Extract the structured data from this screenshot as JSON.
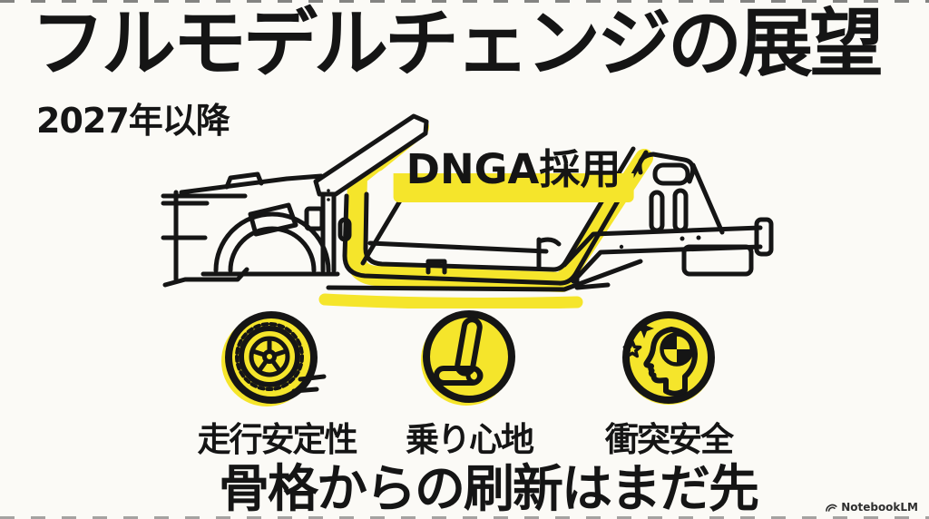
{
  "slide": {
    "title": "フルモデルチェンジの展望",
    "subtitle": "2027年以降",
    "chassis_label": "DNGA採用",
    "features": [
      {
        "icon": "tire-wheel-icon",
        "label": "走行安定性"
      },
      {
        "icon": "car-seat-icon",
        "label": "乗り心地"
      },
      {
        "icon": "crash-test-head-icon",
        "label": "衝突安全"
      }
    ],
    "footer_headline": "骨格からの刷新はまだ先",
    "watermark_label": "NotebookLM"
  },
  "colors": {
    "highlight_yellow": "#F5E52B",
    "ink": "#151515",
    "background": "#FBFAF6"
  }
}
